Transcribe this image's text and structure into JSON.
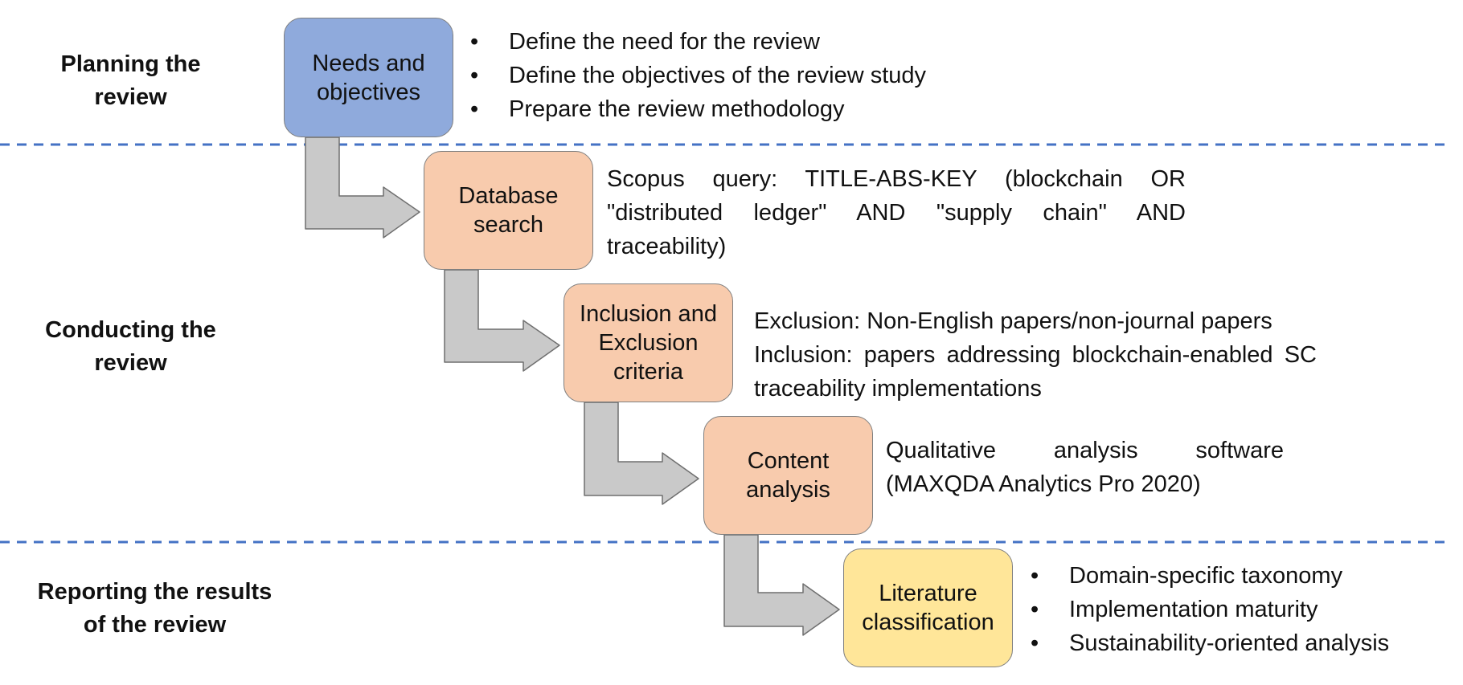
{
  "phases": {
    "planning": "Planning the\nreview",
    "conducting": "Conducting the\nreview",
    "reporting": "Reporting the results\nof the review"
  },
  "nodes": {
    "needs": "Needs and\nobjectives",
    "database": "Database\nsearch",
    "criteria": "Inclusion and\nExclusion\ncriteria",
    "content": "Content\nanalysis",
    "classification": "Literature\nclassification"
  },
  "planning_bullets": [
    "Define the need for the review",
    "Define the objectives of the review study",
    "Prepare the review methodology"
  ],
  "database_text": "Scopus query: TITLE-ABS-KEY (blockchain OR \"distributed ledger\" AND \"supply chain\" AND traceability)",
  "criteria_text": {
    "exclusion": "Exclusion: Non-English papers/non-journal papers",
    "inclusion": "Inclusion: papers addressing blockchain-enabled SC traceability implementations"
  },
  "content_text": "Qualitative analysis software (MAXQDA Analytics Pro 2020)",
  "reporting_bullets": [
    "Domain-specific taxonomy",
    "Implementation maturity",
    "Sustainability-oriented analysis"
  ],
  "colors": {
    "needs": "#8faadc",
    "search_steps": "#f8cbad",
    "classification": "#ffe699",
    "arrows": "#c9c9c9",
    "dividers": "#4472c4"
  }
}
